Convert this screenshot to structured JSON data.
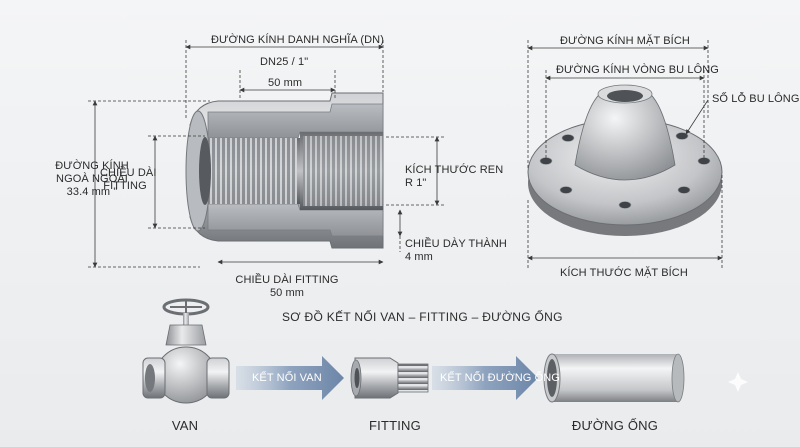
{
  "pipe_fitting": {
    "nominal_diameter_label": "ĐƯỜNG KÍNH DANH NGHĨA (DN)",
    "nominal_size": "DN25 / 1\"",
    "bore_size": "50 mm",
    "outer_diameter_label_1": "ĐƯỜNG KÍNH",
    "outer_diameter_label_2": "NGOÀ NGOÀI",
    "outer_diameter_value": "33.4 mm \"",
    "fitting_length_side_1": "CHIỀU DÀI",
    "fitting_length_side_2": "FITTING",
    "thread_size_label": "KÍCH THƯỚC REN",
    "thread_size_value": "R 1\"",
    "wall_thickness_label": "CHIỀU DÀY THÀNH",
    "wall_thickness_value": "4 mm",
    "fitting_length_label": "CHIỀU DÀI FITTING",
    "fitting_length_value": "50 mm"
  },
  "flange": {
    "flange_diameter_label": "ĐƯỜNG KÍNH MẶT BÍCH",
    "bolt_circle_label": "ĐƯỜNG KÍNH VÒNG BU LÔNG",
    "bolt_holes_label": "SỐ LỖ BU LÔNG",
    "flange_size_label": "KÍCH THƯỚC MẶT BÍCH"
  },
  "connection_diagram": {
    "title": "SƠ ĐỒ KẾT NỐI VAN – FITTING – ĐƯỜNG ỐNG",
    "arrow_1": "KẾT NỐI VAN",
    "arrow_2": "KẾT NỐI ĐƯỜNG ỐNG",
    "valve": "VAN",
    "fitting": "FITTING",
    "pipe": "ĐƯỜNG ỐNG"
  },
  "colors": {
    "metal_light": "#d9dadc",
    "metal_dark": "#5f6266",
    "arrow": "#7d95b5"
  }
}
